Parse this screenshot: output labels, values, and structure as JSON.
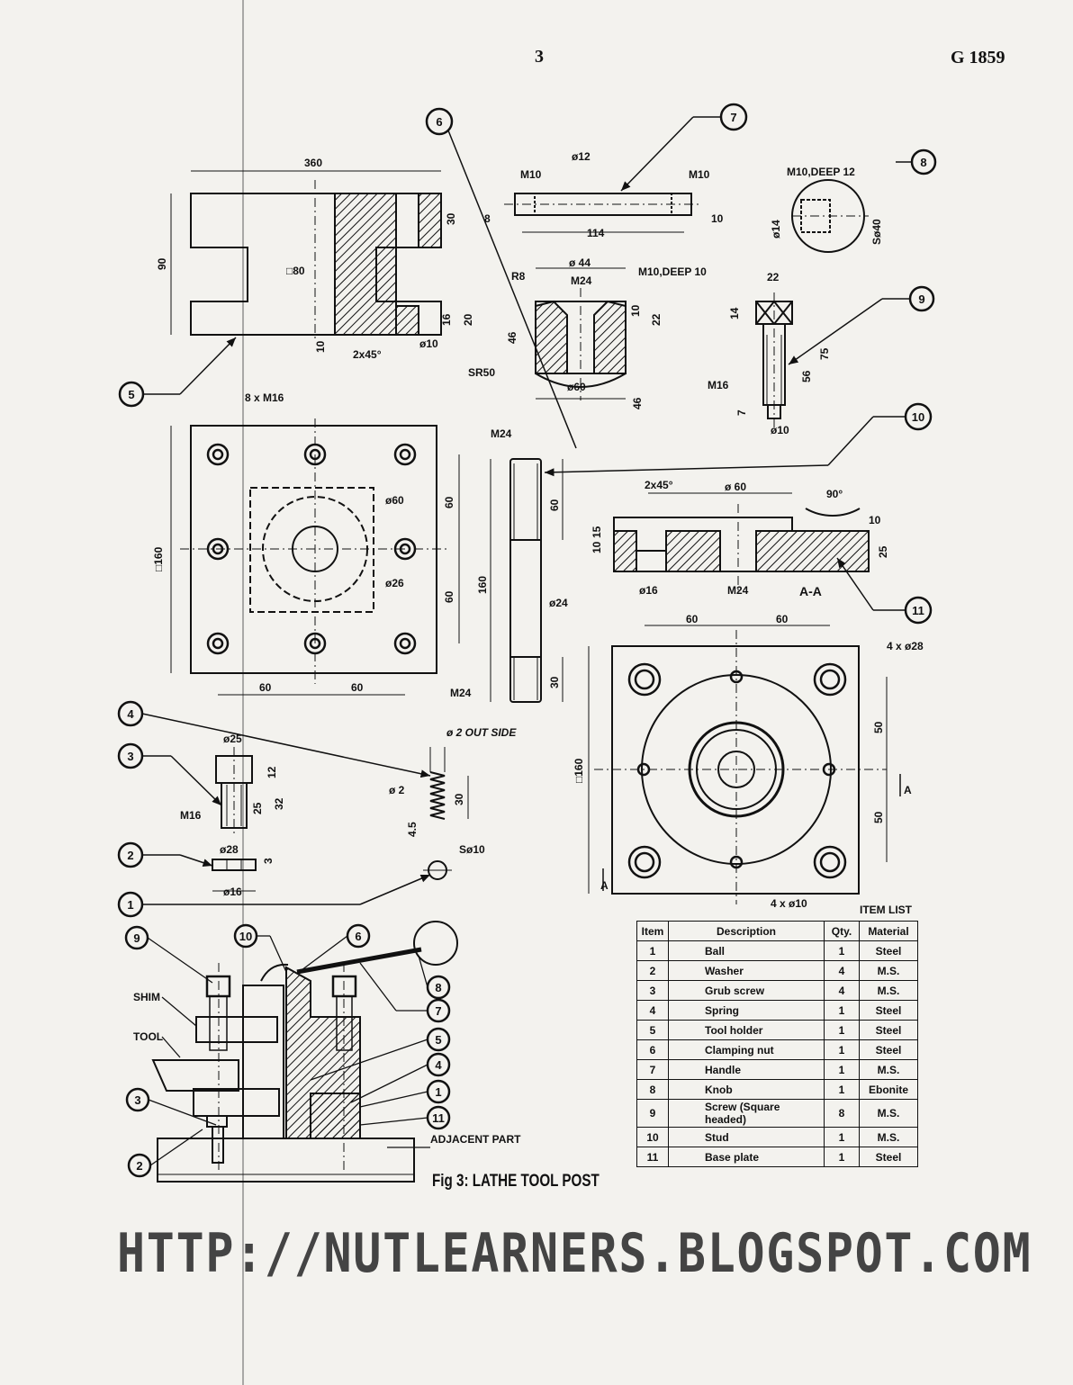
{
  "header": {
    "page_number": "3",
    "code": "G 1859"
  },
  "balloons": {
    "b1": "1",
    "b2": "2",
    "b3": "3",
    "b4": "4",
    "b5": "5",
    "b6": "6",
    "b7": "7",
    "b8": "8",
    "b9": "9",
    "b10": "10",
    "b11": "11"
  },
  "tool_holder": {
    "d_width": "360",
    "d_height": "90",
    "d_square": "□80",
    "d_30": "30",
    "d_16": "16",
    "d_20": "20",
    "d_10": "10",
    "d_chamfer": "2x45°",
    "d_dia10": "ø10"
  },
  "handle": {
    "m10_left": "M10",
    "dia12": "ø12",
    "m10_right": "M10",
    "d_8": "8",
    "d_114": "114",
    "d_10": "10"
  },
  "knob": {
    "thread": "M10,DEEP 12",
    "dia14": "ø14",
    "sphere": "Sø40"
  },
  "clamping_nut": {
    "r8": "R8",
    "dia44": "ø 44",
    "m24": "M24",
    "thread": "M10,DEEP 10",
    "d_46": "46",
    "d_10": "10",
    "d_22": "22",
    "sr50": "SR50",
    "dia60": "ø60",
    "d_46b": "46"
  },
  "screw9": {
    "d_22": "22",
    "d_14": "14",
    "m16": "M16",
    "d_56": "56",
    "d_75": "75",
    "d_7": "7",
    "dia10": "ø10"
  },
  "tool_holder_plan": {
    "holes": "8 x M16",
    "square": "□160",
    "dia60": "ø60",
    "dia26": "ø26",
    "d_60a": "60",
    "d_60b": "60",
    "d_60c": "60",
    "d_60d": "60"
  },
  "stud": {
    "m24_top": "M24",
    "d_60": "60",
    "d_160": "160",
    "dia24": "ø24",
    "m24_bottom": "M24",
    "d_30": "30"
  },
  "base_section": {
    "chamfer": "2x45°",
    "dia60": "ø 60",
    "angle": "90°",
    "d_10": "10",
    "d_15": "15",
    "d_10b": "10",
    "d_25": "25",
    "dia16": "ø16",
    "m24": "M24",
    "section_label": "A-A"
  },
  "base_plan": {
    "d_60a": "60",
    "d_60b": "60",
    "holes28": "4 x ø28",
    "square": "□160",
    "d_50a": "50",
    "d_50b": "50",
    "holes10": "4 x ø10",
    "cut_a": "A"
  },
  "grub_screw": {
    "dia25": "ø25",
    "d_12": "12",
    "m16": "M16",
    "d_25": "25",
    "d_32": "32"
  },
  "washer": {
    "dia28": "ø28",
    "d_3": "3",
    "dia16": "ø16"
  },
  "spring": {
    "wire": "ø 2 OUT SIDE",
    "dia2": "ø 2",
    "d_30": "30",
    "pitch": "4.5"
  },
  "ball": {
    "sphere": "Sø10"
  },
  "assembly": {
    "shim": "SHIM",
    "tool": "TOOL",
    "adjacent": "ADJACENT PART"
  },
  "item_list": {
    "title": "ITEM LIST",
    "headers": [
      "Item",
      "Description",
      "Qty.",
      "Material"
    ],
    "rows": [
      [
        "1",
        "Ball",
        "1",
        "Steel"
      ],
      [
        "2",
        "Washer",
        "4",
        "M.S."
      ],
      [
        "3",
        "Grub screw",
        "4",
        "M.S."
      ],
      [
        "4",
        "Spring",
        "1",
        "Steel"
      ],
      [
        "5",
        "Tool holder",
        "1",
        "Steel"
      ],
      [
        "6",
        "Clamping nut",
        "1",
        "Steel"
      ],
      [
        "7",
        "Handle",
        "1",
        "M.S."
      ],
      [
        "8",
        "Knob",
        "1",
        "Ebonite"
      ],
      [
        "9",
        "Screw (Square headed)",
        "8",
        "M.S."
      ],
      [
        "10",
        "Stud",
        "1",
        "M.S."
      ],
      [
        "11",
        "Base plate",
        "1",
        "Steel"
      ]
    ]
  },
  "caption": "Fig 3: LATHE TOOL POST",
  "watermark": "HTTP://NUTLEARNERS.BLOGSPOT.COM"
}
